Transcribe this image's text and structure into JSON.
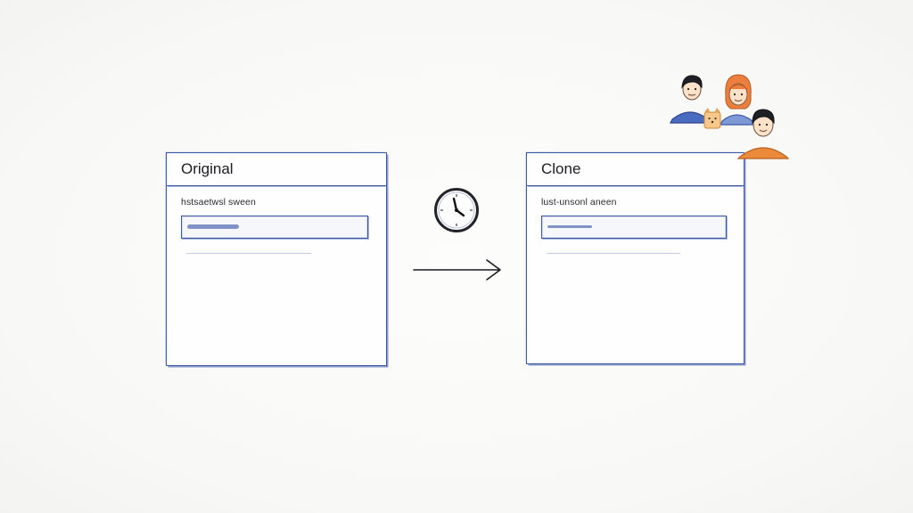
{
  "original": {
    "title": "Original",
    "caption": "hstsaetwsl sween"
  },
  "clone": {
    "title": "Clone",
    "caption": "lust-unsonl aneen"
  },
  "icons": {
    "clock": "clock-icon",
    "arrow": "arrow-right-icon",
    "people": "team-people-icon"
  },
  "colors": {
    "window_stroke": "#3d58a8",
    "person_blue": "#4a6cc0",
    "person_orange": "#ec8a3c"
  }
}
